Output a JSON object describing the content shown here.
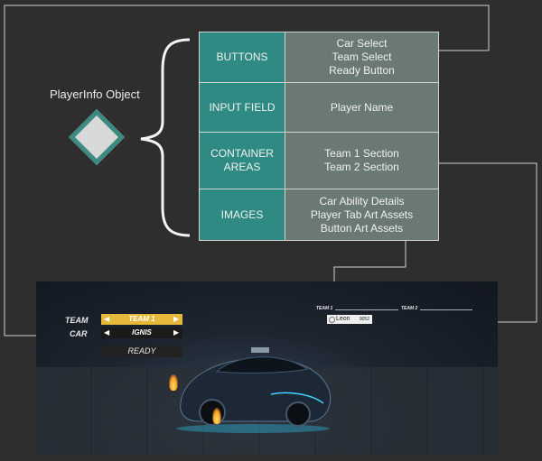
{
  "object_label": "PlayerInfo Object",
  "rows": [
    {
      "category": "BUTTONS",
      "items": [
        "Car Select",
        "Team Select",
        "Ready Button"
      ]
    },
    {
      "category": "INPUT FIELD",
      "items": [
        "Player Name"
      ]
    },
    {
      "category_lines": [
        "CONTAINER",
        "AREAS"
      ],
      "items": [
        "Team 1 Section",
        "Team 2 Section"
      ]
    },
    {
      "category": "IMAGES",
      "items": [
        "Car Ability Details",
        "Player Tab Art Assets",
        "Button Art Assets"
      ]
    }
  ],
  "game_ui": {
    "team_label": "TEAM",
    "team_value": "TEAM 1",
    "car_label": "CAR",
    "car_value": "IGNIS",
    "ready_label": "READY",
    "team1_tab": "TEAM 1",
    "team2_tab": "TEAM 2",
    "player_name": "Leon",
    "player_extra": "9052"
  },
  "colors": {
    "background": "#2e2e2e",
    "category_fill": "#2e8a82",
    "value_fill": "#6a7a72",
    "connector": "#d0d0d0",
    "team_button": "#e7b93a"
  }
}
